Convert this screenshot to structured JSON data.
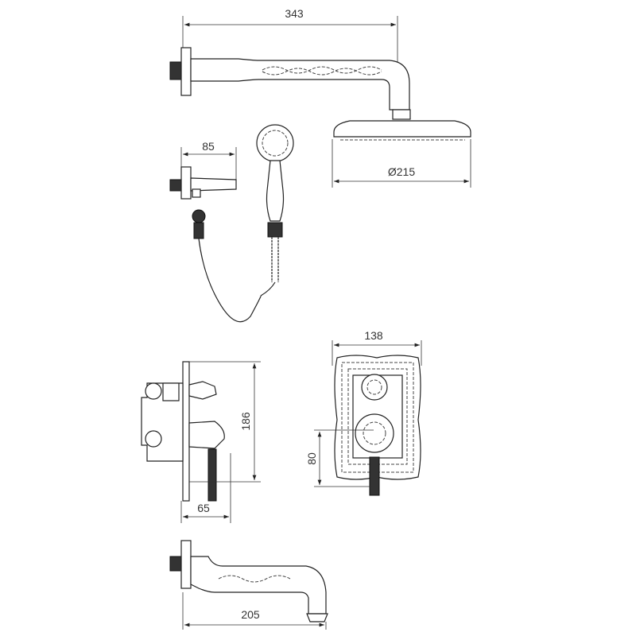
{
  "dimensions": {
    "arm_length": "343",
    "bracket_length": "85",
    "head_diameter": "Ø215",
    "plate_width": "138",
    "mixer_height": "186",
    "outlet_height": "80",
    "mixer_depth": "65",
    "spout_length": "205"
  },
  "colors": {
    "line": "#222222",
    "background": "#ffffff"
  }
}
